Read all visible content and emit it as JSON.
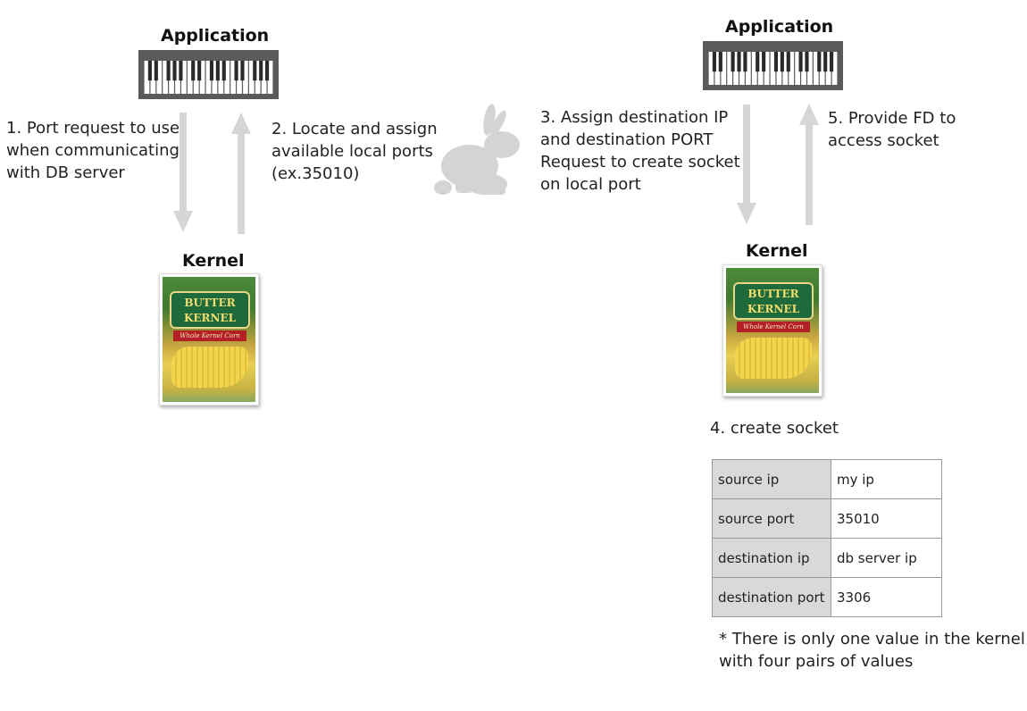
{
  "left": {
    "application_label": "Application",
    "kernel_label": "Kernel",
    "step1_text": "1. Port request to use\nwhen communicating\nwith DB server",
    "step2_text": "2. Locate and assign\navailable local ports\n(ex.35010)"
  },
  "right": {
    "application_label": "Application",
    "kernel_label": "Kernel",
    "step3_text": "3. Assign destination IP\nand destination PORT\nRequest to create socket\non local port",
    "step5_text": "5. Provide FD to\naccess socket",
    "step4_text": "4. create socket",
    "socket_table": [
      {
        "key": "source ip",
        "value": "my ip"
      },
      {
        "key": "source port",
        "value": "35010"
      },
      {
        "key": "destination ip",
        "value": "db server ip"
      },
      {
        "key": "destination port",
        "value": "3306"
      }
    ],
    "footnote": "* There is only one value in the kernel\nwith four pairs of values"
  },
  "kernel_can": {
    "brand_line1": "BUTTER",
    "brand_line2": "KERNEL",
    "ribbon_text": "Whole Kernel Corn"
  },
  "colors": {
    "keyboard": "#5a5a5a",
    "arrow": "#d6d6d6",
    "rabbit": "#d4d4d4",
    "table_key_bg": "#d9d9d9"
  },
  "icons": [
    "keyboard-icon",
    "rabbit-icon",
    "corn-can-icon",
    "arrow-down",
    "arrow-up"
  ]
}
